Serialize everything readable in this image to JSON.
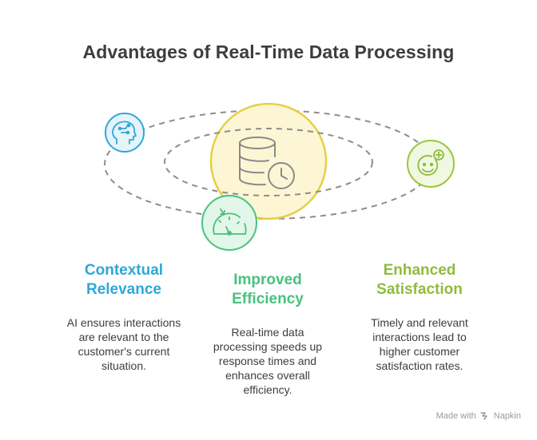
{
  "title": "Advantages of Real-Time Data Processing",
  "items": [
    {
      "heading_line1": "Contextual",
      "heading_line2": "Relevance",
      "desc_lines": [
        "AI ensures interactions",
        "are relevant to the",
        "customer's current",
        "situation."
      ],
      "color": "#2da8d8",
      "icon": "ai-head-icon"
    },
    {
      "heading_line1": "Improved",
      "heading_line2": "Efficiency",
      "desc_lines": [
        "Real-time data",
        "processing speeds up",
        "response times and",
        "enhances overall",
        "efficiency."
      ],
      "color": "#49c27c",
      "icon": "speedometer-icon"
    },
    {
      "heading_line1": "Enhanced",
      "heading_line2": "Satisfaction",
      "desc_lines": [
        "Timely and relevant",
        "interactions lead to",
        "higher customer",
        "satisfaction rates."
      ],
      "color": "#8fbc3c",
      "icon": "smiley-plus-icon"
    }
  ],
  "center_icon": "database-clock-icon",
  "footer": {
    "made_with": "Made with",
    "brand": "Napkin"
  }
}
